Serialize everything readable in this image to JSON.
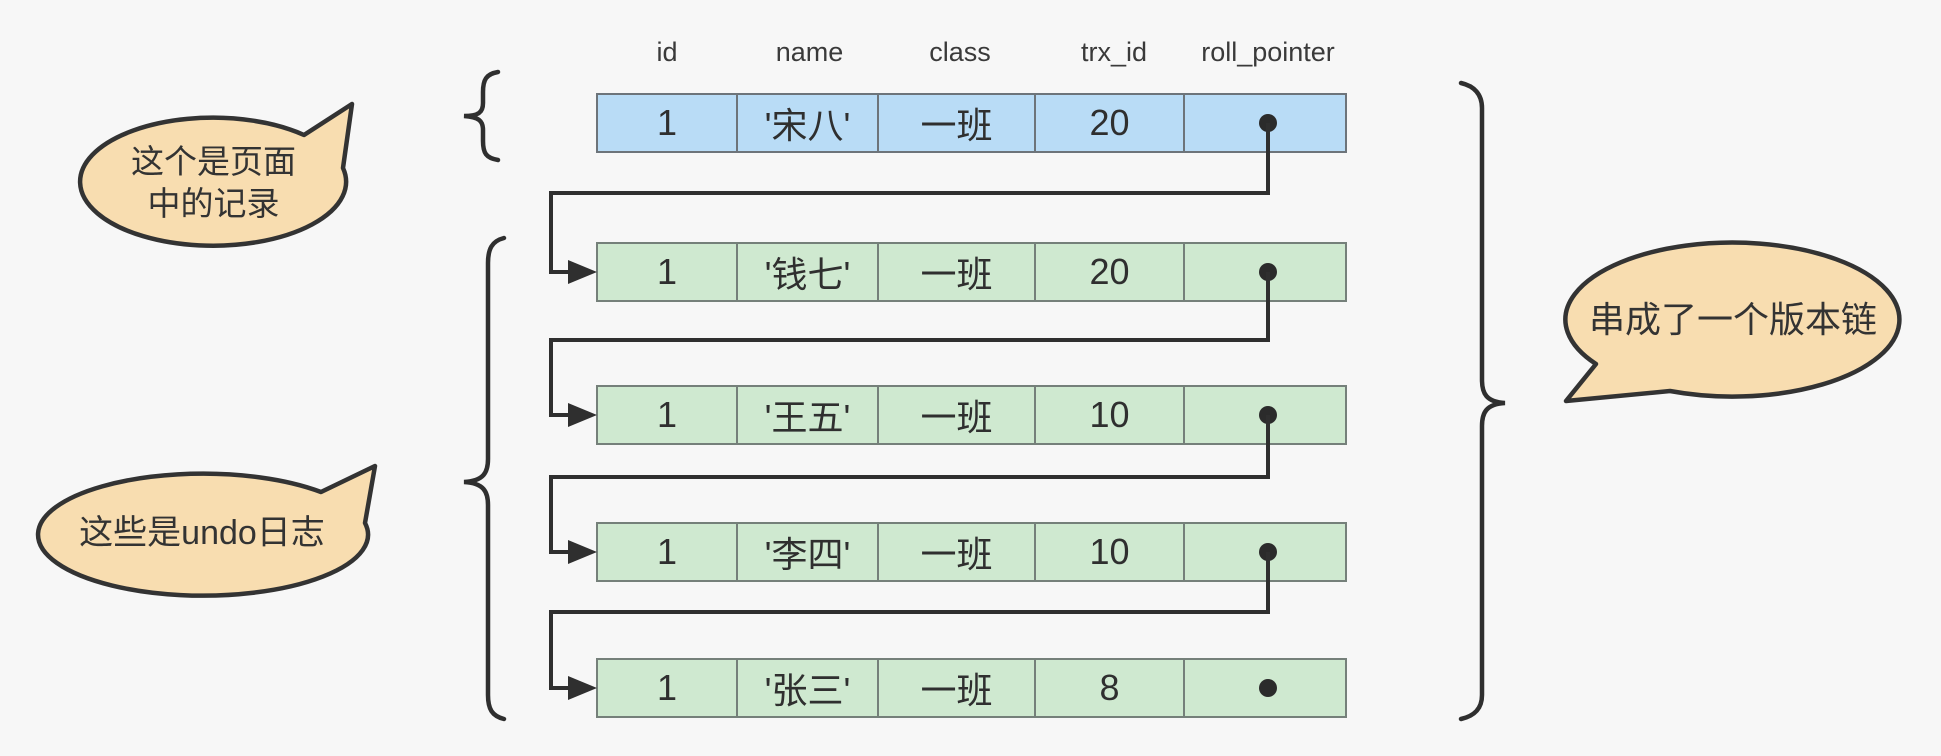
{
  "table": {
    "headers": [
      "id",
      "name",
      "class",
      "trx_id",
      "roll_pointer"
    ],
    "rows": [
      {
        "kind": "page_record",
        "cells": [
          "1",
          "'宋八'",
          "一班",
          "20"
        ]
      },
      {
        "kind": "undo_log",
        "cells": [
          "1",
          "'钱七'",
          "一班",
          "20"
        ]
      },
      {
        "kind": "undo_log",
        "cells": [
          "1",
          "'王五'",
          "一班",
          "10"
        ]
      },
      {
        "kind": "undo_log",
        "cells": [
          "1",
          "'李四'",
          "一班",
          "10"
        ]
      },
      {
        "kind": "undo_log",
        "cells": [
          "1",
          "'张三'",
          "一班",
          "8"
        ]
      }
    ]
  },
  "annotations": {
    "page_record_bubble": {
      "line1": "这个是页面",
      "line2": "中的记录"
    },
    "undo_bubble": {
      "text": "这些是undo日志"
    },
    "version_chain_bubble": {
      "text": "串成了一个版本链"
    }
  },
  "colors": {
    "background": "#f7f7f7",
    "page_record_row_fill": "#b9dcf6",
    "undo_log_row_fill": "#cfe9d0",
    "bubble_fill": "#f8ddb0",
    "outline": "#2f2f2f"
  }
}
